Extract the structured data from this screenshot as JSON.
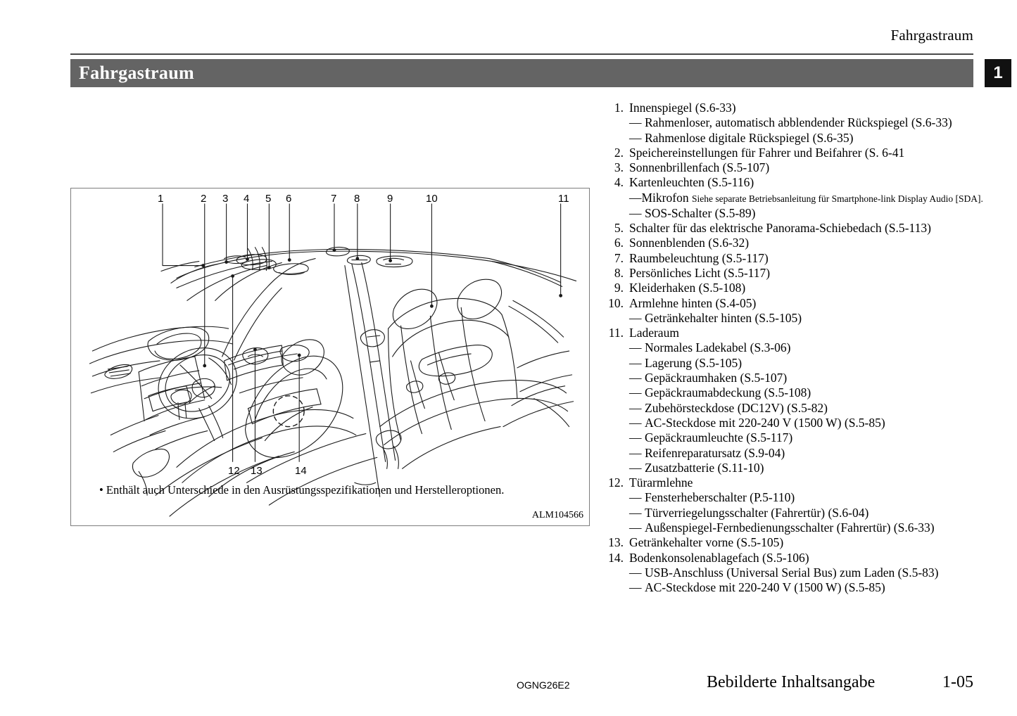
{
  "running_head": "Fahrgastraum",
  "chapter_tab": "1",
  "title_bar": {
    "title": "Fahrgastraum"
  },
  "figure": {
    "caption": "• Enthält auch Unterschiede in den Ausrüstungsspezifikationen und Herstelleroptionen.",
    "figure_id": "ALM104566",
    "callouts_top": [
      "1",
      "2",
      "3",
      "4",
      "5",
      "6",
      "7",
      "8",
      "9",
      "10",
      "11"
    ],
    "callouts_bottom": [
      "12",
      "13",
      "14"
    ]
  },
  "list": [
    {
      "num": "1.",
      "text": "Innenspiegel (S.6-33)"
    },
    {
      "sub": "Rahmenloser, automatisch abblendender Rückspiegel (S.6-33)"
    },
    {
      "sub": "Rahmenlose digitale Rückspiegel (S.6-35)"
    },
    {
      "num": "2.",
      "text": "Speichereinstellungen für Fahrer und Beifahrer (S. 6-41"
    },
    {
      "num": "3.",
      "text": "Sonnenbrillenfach (S.5-107)"
    },
    {
      "num": "4.",
      "text": "Kartenleuchten (S.5-116)"
    },
    {
      "sub_note_main": "Mikrofon",
      "sub_note_small": "Siehe separate Betriebsanleitung für Smartphone-link Display Audio [SDA]."
    },
    {
      "sub": "SOS-Schalter (S.5-89)"
    },
    {
      "num": "5.",
      "text": "Schalter für das elektrische Panorama-Schiebedach (S.5-113)"
    },
    {
      "num": "6.",
      "text": "Sonnenblenden (S.6-32)"
    },
    {
      "num": "7.",
      "text": "Raumbeleuchtung (S.5-117)"
    },
    {
      "num": "8.",
      "text": "Persönliches Licht (S.5-117)"
    },
    {
      "num": "9.",
      "text": "Kleiderhaken (S.5-108)"
    },
    {
      "num": "10.",
      "text": "Armlehne hinten (S.4-05)"
    },
    {
      "sub": "Getränkehalter hinten (S.5-105)"
    },
    {
      "num": "11.",
      "text": "Laderaum"
    },
    {
      "sub": "Normales Ladekabel (S.3-06)"
    },
    {
      "sub": "Lagerung (S.5-105)"
    },
    {
      "sub": "Gepäckraumhaken (S.5-107)"
    },
    {
      "sub": "Gepäckraumabdeckung (S.5-108)"
    },
    {
      "sub": "Zubehörsteckdose (DC12V) (S.5-82)"
    },
    {
      "sub": "AC-Steckdose mit 220-240 V (1500 W) (S.5-85)"
    },
    {
      "sub": "Gepäckraumleuchte (S.5-117)"
    },
    {
      "sub": "Reifenreparatursatz (S.9-04)"
    },
    {
      "sub": "Zusatzbatterie (S.11-10)"
    },
    {
      "num": "12.",
      "text": "Türarmlehne"
    },
    {
      "sub": "Fensterheberschalter (P.5-110)"
    },
    {
      "sub": "Türverriegelungsschalter (Fahrertür) (S.6-04)"
    },
    {
      "sub": "Außenspiegel-Fernbedienungsschalter (Fahrertür) (S.6-33)"
    },
    {
      "num": "13.",
      "text": "Getränkehalter vorne (S.5-105)"
    },
    {
      "num": "14.",
      "text": "Bodenkonsolenablagefach (S.5-106)"
    },
    {
      "sub": "USB-Anschluss (Universal Serial Bus) zum Laden (S.5-83)"
    },
    {
      "sub": "AC-Steckdose mit 220-240 V (1500 W) (S.5-85)"
    }
  ],
  "footer": {
    "code": "OGNG26E2",
    "title": "Bebilderte Inhaltsangabe",
    "page": "1-05"
  },
  "colors": {
    "title_bar_bg": "#646464",
    "chapter_tab_bg": "#111111",
    "rule": "#4a4a4a",
    "figure_border": "#7d7d7d"
  }
}
